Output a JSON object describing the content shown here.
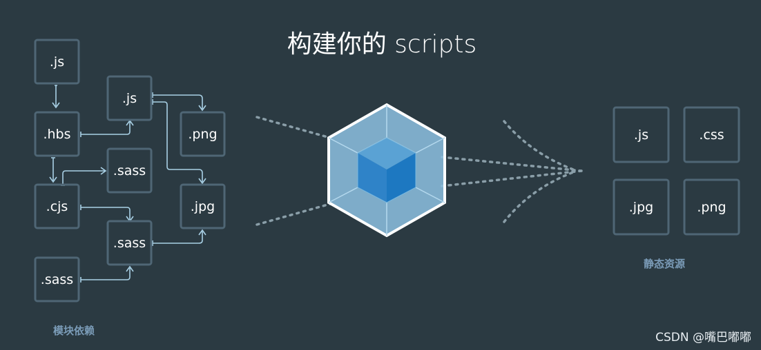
{
  "title": "构建你的 scripts",
  "left_caption": "模块依赖",
  "right_caption": "静态资源",
  "watermark": "CSDN @嘴巴嘟嘟",
  "modules": [
    {
      "id": "js1",
      "label": ".js"
    },
    {
      "id": "hbs",
      "label": ".hbs"
    },
    {
      "id": "cjs",
      "label": ".cjs"
    },
    {
      "id": "sass1",
      "label": ".sass"
    },
    {
      "id": "js2",
      "label": ".js"
    },
    {
      "id": "sass2",
      "label": ".sass"
    },
    {
      "id": "sass3",
      "label": ".sass"
    },
    {
      "id": "png1",
      "label": ".png"
    },
    {
      "id": "jpg1",
      "label": ".jpg"
    }
  ],
  "dependencies": [
    {
      "from": "js1",
      "to": "hbs"
    },
    {
      "from": "hbs",
      "to": "js2"
    },
    {
      "from": "hbs",
      "to": "cjs"
    },
    {
      "from": "cjs",
      "to": "sass2"
    },
    {
      "from": "cjs",
      "to": "sass3"
    },
    {
      "from": "sass1",
      "to": "sass3"
    },
    {
      "from": "js2",
      "to": "png1"
    },
    {
      "from": "js2",
      "to": "jpg1"
    },
    {
      "from": "sass3",
      "to": "jpg1"
    }
  ],
  "assets": [
    {
      "id": "out-js",
      "label": ".js"
    },
    {
      "id": "out-css",
      "label": ".css"
    },
    {
      "id": "out-jpg",
      "label": ".jpg"
    },
    {
      "id": "out-png",
      "label": ".png"
    }
  ],
  "colors": {
    "background": "#2b3a42",
    "box_border": "#4f6675",
    "arrow": "#a9d1e6",
    "cube_outer": "#8dc1e0",
    "cube_inner": "#1d78c1",
    "caption": "#7b9cb8"
  },
  "center_icon": "webpack-cube-icon"
}
